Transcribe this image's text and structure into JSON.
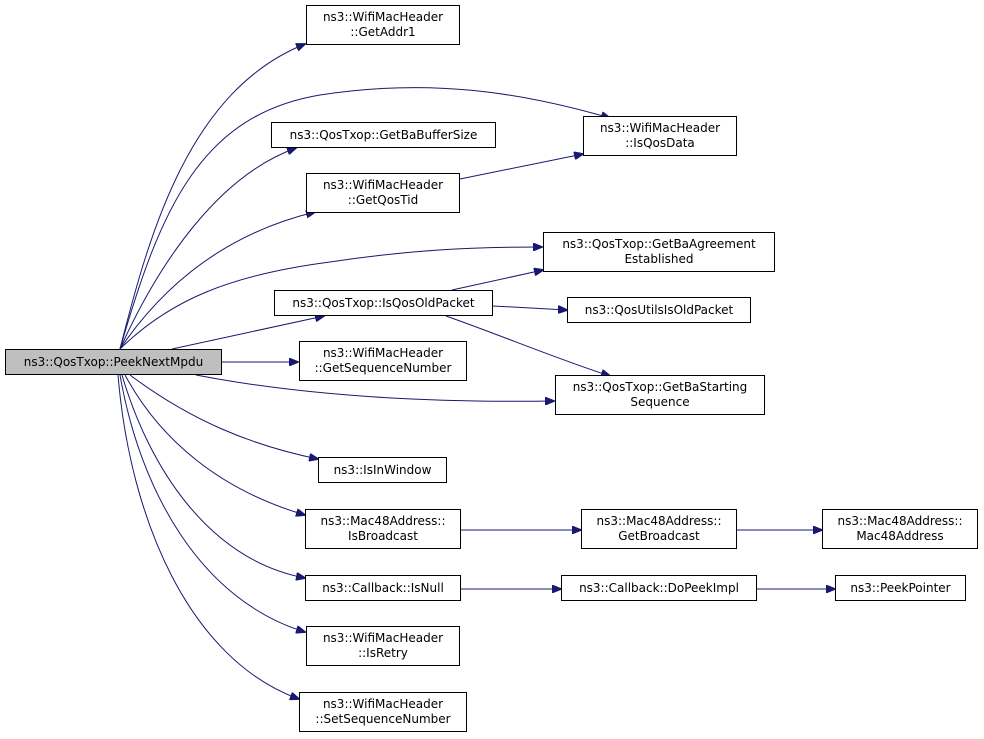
{
  "graph": {
    "edge_color": "#191970",
    "root_fill": "#bfbfbf",
    "nodes": [
      {
        "id": "peek_next_mpdu",
        "lines": [
          "ns3::QosTxop::PeekNextMpdu"
        ]
      },
      {
        "id": "get_addr1",
        "lines": [
          "ns3::WifiMacHeader",
          "::GetAddr1"
        ]
      },
      {
        "id": "get_ba_buffer_size",
        "lines": [
          "ns3::QosTxop::GetBaBufferSize"
        ]
      },
      {
        "id": "get_qos_tid",
        "lines": [
          "ns3::WifiMacHeader",
          "::GetQosTid"
        ]
      },
      {
        "id": "is_qos_data",
        "lines": [
          "ns3::WifiMacHeader",
          "::IsQosData"
        ]
      },
      {
        "id": "get_ba_agreement_established",
        "lines": [
          "ns3::QosTxop::GetBaAgreement",
          "Established"
        ]
      },
      {
        "id": "is_qos_old_packet",
        "lines": [
          "ns3::QosTxop::IsQosOldPacket"
        ]
      },
      {
        "id": "qos_utils_is_old_packet",
        "lines": [
          "ns3::QosUtilsIsOldPacket"
        ]
      },
      {
        "id": "get_sequence_number",
        "lines": [
          "ns3::WifiMacHeader",
          "::GetSequenceNumber"
        ]
      },
      {
        "id": "get_ba_starting_sequence",
        "lines": [
          "ns3::QosTxop::GetBaStarting",
          "Sequence"
        ]
      },
      {
        "id": "is_in_window",
        "lines": [
          "ns3::IsInWindow"
        ]
      },
      {
        "id": "is_broadcast",
        "lines": [
          "ns3::Mac48Address::",
          "IsBroadcast"
        ]
      },
      {
        "id": "get_broadcast",
        "lines": [
          "ns3::Mac48Address::",
          "GetBroadcast"
        ]
      },
      {
        "id": "mac48_address",
        "lines": [
          "ns3::Mac48Address::",
          "Mac48Address"
        ]
      },
      {
        "id": "callback_is_null",
        "lines": [
          "ns3::Callback::IsNull"
        ]
      },
      {
        "id": "callback_do_peek_impl",
        "lines": [
          "ns3::Callback::DoPeekImpl"
        ]
      },
      {
        "id": "peek_pointer",
        "lines": [
          "ns3::PeekPointer"
        ]
      },
      {
        "id": "is_retry",
        "lines": [
          "ns3::WifiMacHeader",
          "::IsRetry"
        ]
      },
      {
        "id": "set_sequence_number",
        "lines": [
          "ns3::WifiMacHeader",
          "::SetSequenceNumber"
        ]
      }
    ],
    "edges": [
      {
        "from": "peek_next_mpdu",
        "to": "get_addr1"
      },
      {
        "from": "peek_next_mpdu",
        "to": "is_qos_data"
      },
      {
        "from": "peek_next_mpdu",
        "to": "get_ba_buffer_size"
      },
      {
        "from": "peek_next_mpdu",
        "to": "get_qos_tid"
      },
      {
        "from": "peek_next_mpdu",
        "to": "get_ba_agreement_established"
      },
      {
        "from": "peek_next_mpdu",
        "to": "is_qos_old_packet"
      },
      {
        "from": "peek_next_mpdu",
        "to": "get_sequence_number"
      },
      {
        "from": "peek_next_mpdu",
        "to": "get_ba_starting_sequence"
      },
      {
        "from": "peek_next_mpdu",
        "to": "is_in_window"
      },
      {
        "from": "peek_next_mpdu",
        "to": "is_broadcast"
      },
      {
        "from": "peek_next_mpdu",
        "to": "callback_is_null"
      },
      {
        "from": "peek_next_mpdu",
        "to": "is_retry"
      },
      {
        "from": "peek_next_mpdu",
        "to": "set_sequence_number"
      },
      {
        "from": "get_qos_tid",
        "to": "is_qos_data"
      },
      {
        "from": "is_qos_old_packet",
        "to": "get_ba_agreement_established"
      },
      {
        "from": "is_qos_old_packet",
        "to": "qos_utils_is_old_packet"
      },
      {
        "from": "is_qos_old_packet",
        "to": "get_ba_starting_sequence"
      },
      {
        "from": "is_broadcast",
        "to": "get_broadcast"
      },
      {
        "from": "get_broadcast",
        "to": "mac48_address"
      },
      {
        "from": "callback_is_null",
        "to": "callback_do_peek_impl"
      },
      {
        "from": "callback_do_peek_impl",
        "to": "peek_pointer"
      }
    ]
  }
}
